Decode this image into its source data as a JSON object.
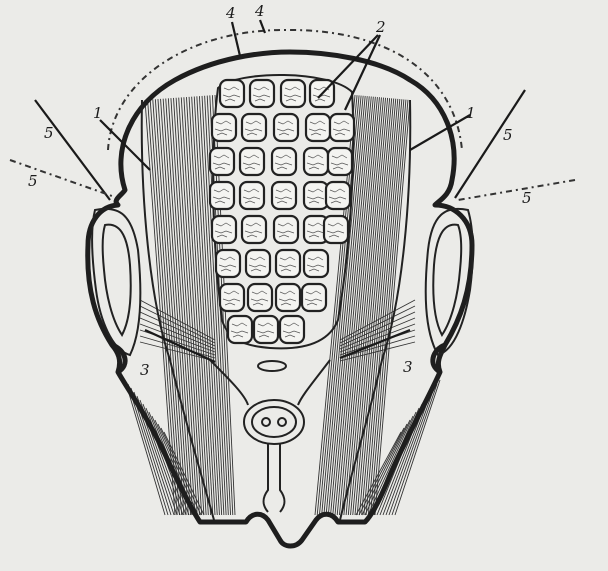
{
  "labels": {
    "l1_left": "1",
    "l1_right": "1",
    "l2": "2",
    "l3_left": "3",
    "l3_right": "3",
    "l4_a": "4",
    "l4_b": "4",
    "l5_left_top": "5",
    "l5_left_dashed": "5",
    "l5_right_top": "5",
    "l5_right_dashed": "5"
  },
  "colors": {
    "ink": "#1e1e1e",
    "paper": "#ebebe8"
  }
}
